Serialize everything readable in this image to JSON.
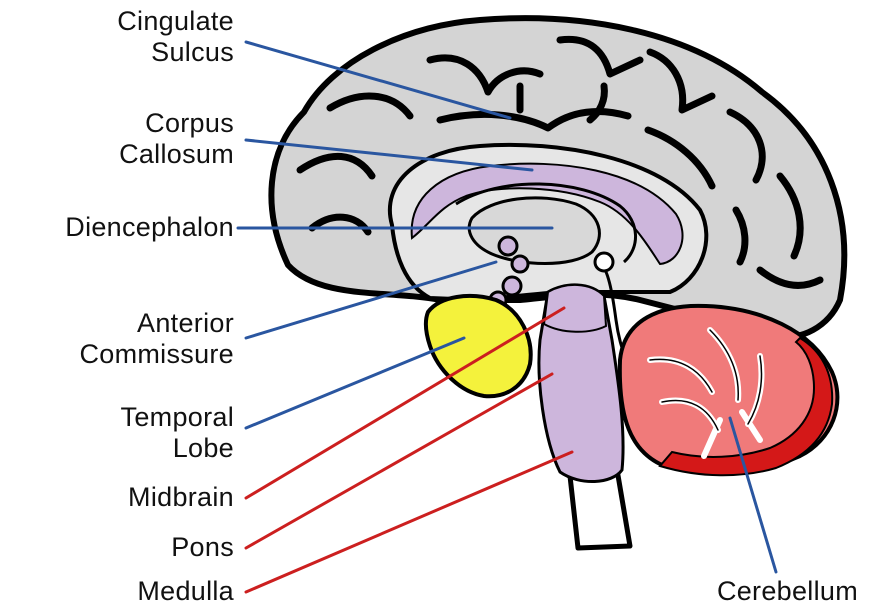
{
  "labels": {
    "cingulate_sulcus": [
      "Cingulate",
      "Sulcus"
    ],
    "corpus_callosum": [
      "Corpus",
      "Callosum"
    ],
    "diencephalon": [
      "Diencephalon"
    ],
    "anterior_commissure": [
      "Anterior",
      "Commissure"
    ],
    "temporal_lobe": [
      "Temporal",
      "Lobe"
    ],
    "midbrain": [
      "Midbrain"
    ],
    "pons": [
      "Pons"
    ],
    "medulla": [
      "Medulla"
    ],
    "cerebellum": [
      "Cerebellum"
    ]
  },
  "colors": {
    "cerebrum_fill": "#d4d4d4",
    "inner_gray": "#e6e6e6",
    "corpus_callosum_fill": "#cdb6dc",
    "brainstem_fill": "#cdb6dc",
    "temporal_lobe_fill": "#f4f23c",
    "cerebellum_fill": "#f07a7a",
    "cerebellum_rim": "#d41818",
    "outline": "#000000",
    "blue_pointer": "#2a56a0",
    "red_pointer": "#cc1f1f"
  }
}
